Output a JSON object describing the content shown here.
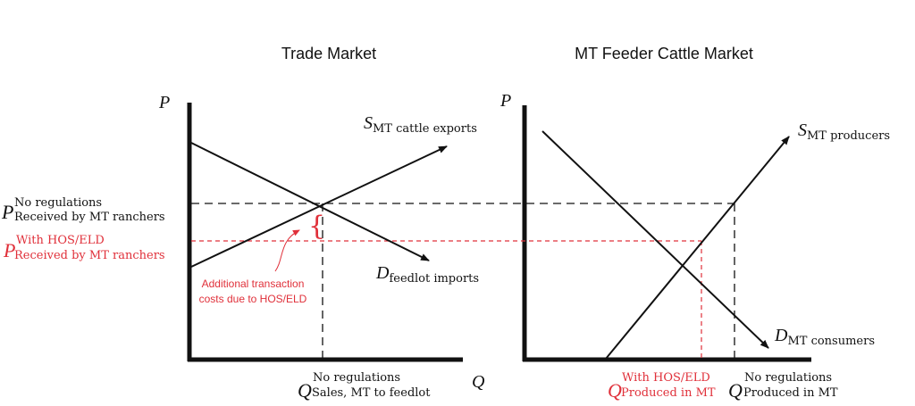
{
  "colors": {
    "black": "#111111",
    "red": "#e0303a"
  },
  "left_chart": {
    "title": "Trade Market",
    "y_axis": "P",
    "x_axis": "Q",
    "supply": {
      "main": "S",
      "sub": "MT cattle exports"
    },
    "demand": {
      "main": "D",
      "sub": "feedlot imports"
    },
    "price_no_reg": {
      "main": "P",
      "sup": "No regulations",
      "sub": "Received by MT ranchers"
    },
    "price_hos": {
      "main": "P",
      "sup": "With HOS/ELD",
      "sub": "Received by MT ranchers"
    },
    "qty_no_reg": {
      "main": "Q",
      "sup": "No regulations",
      "sub": "Sales,  MT to feedlot"
    },
    "annotation": [
      "Additional transaction",
      "costs due to HOS/ELD"
    ]
  },
  "right_chart": {
    "title": "MT Feeder Cattle Market",
    "y_axis": "P",
    "supply": {
      "main": "S",
      "sub": "MT producers"
    },
    "demand": {
      "main": "D",
      "sub": "MT  consumers"
    },
    "qty_hos": {
      "main": "Q",
      "sup": "With HOS/ELD",
      "sub": "Produced in MT"
    },
    "qty_no_reg": {
      "main": "Q",
      "sup": "No regulations",
      "sub": "Produced in MT"
    }
  }
}
